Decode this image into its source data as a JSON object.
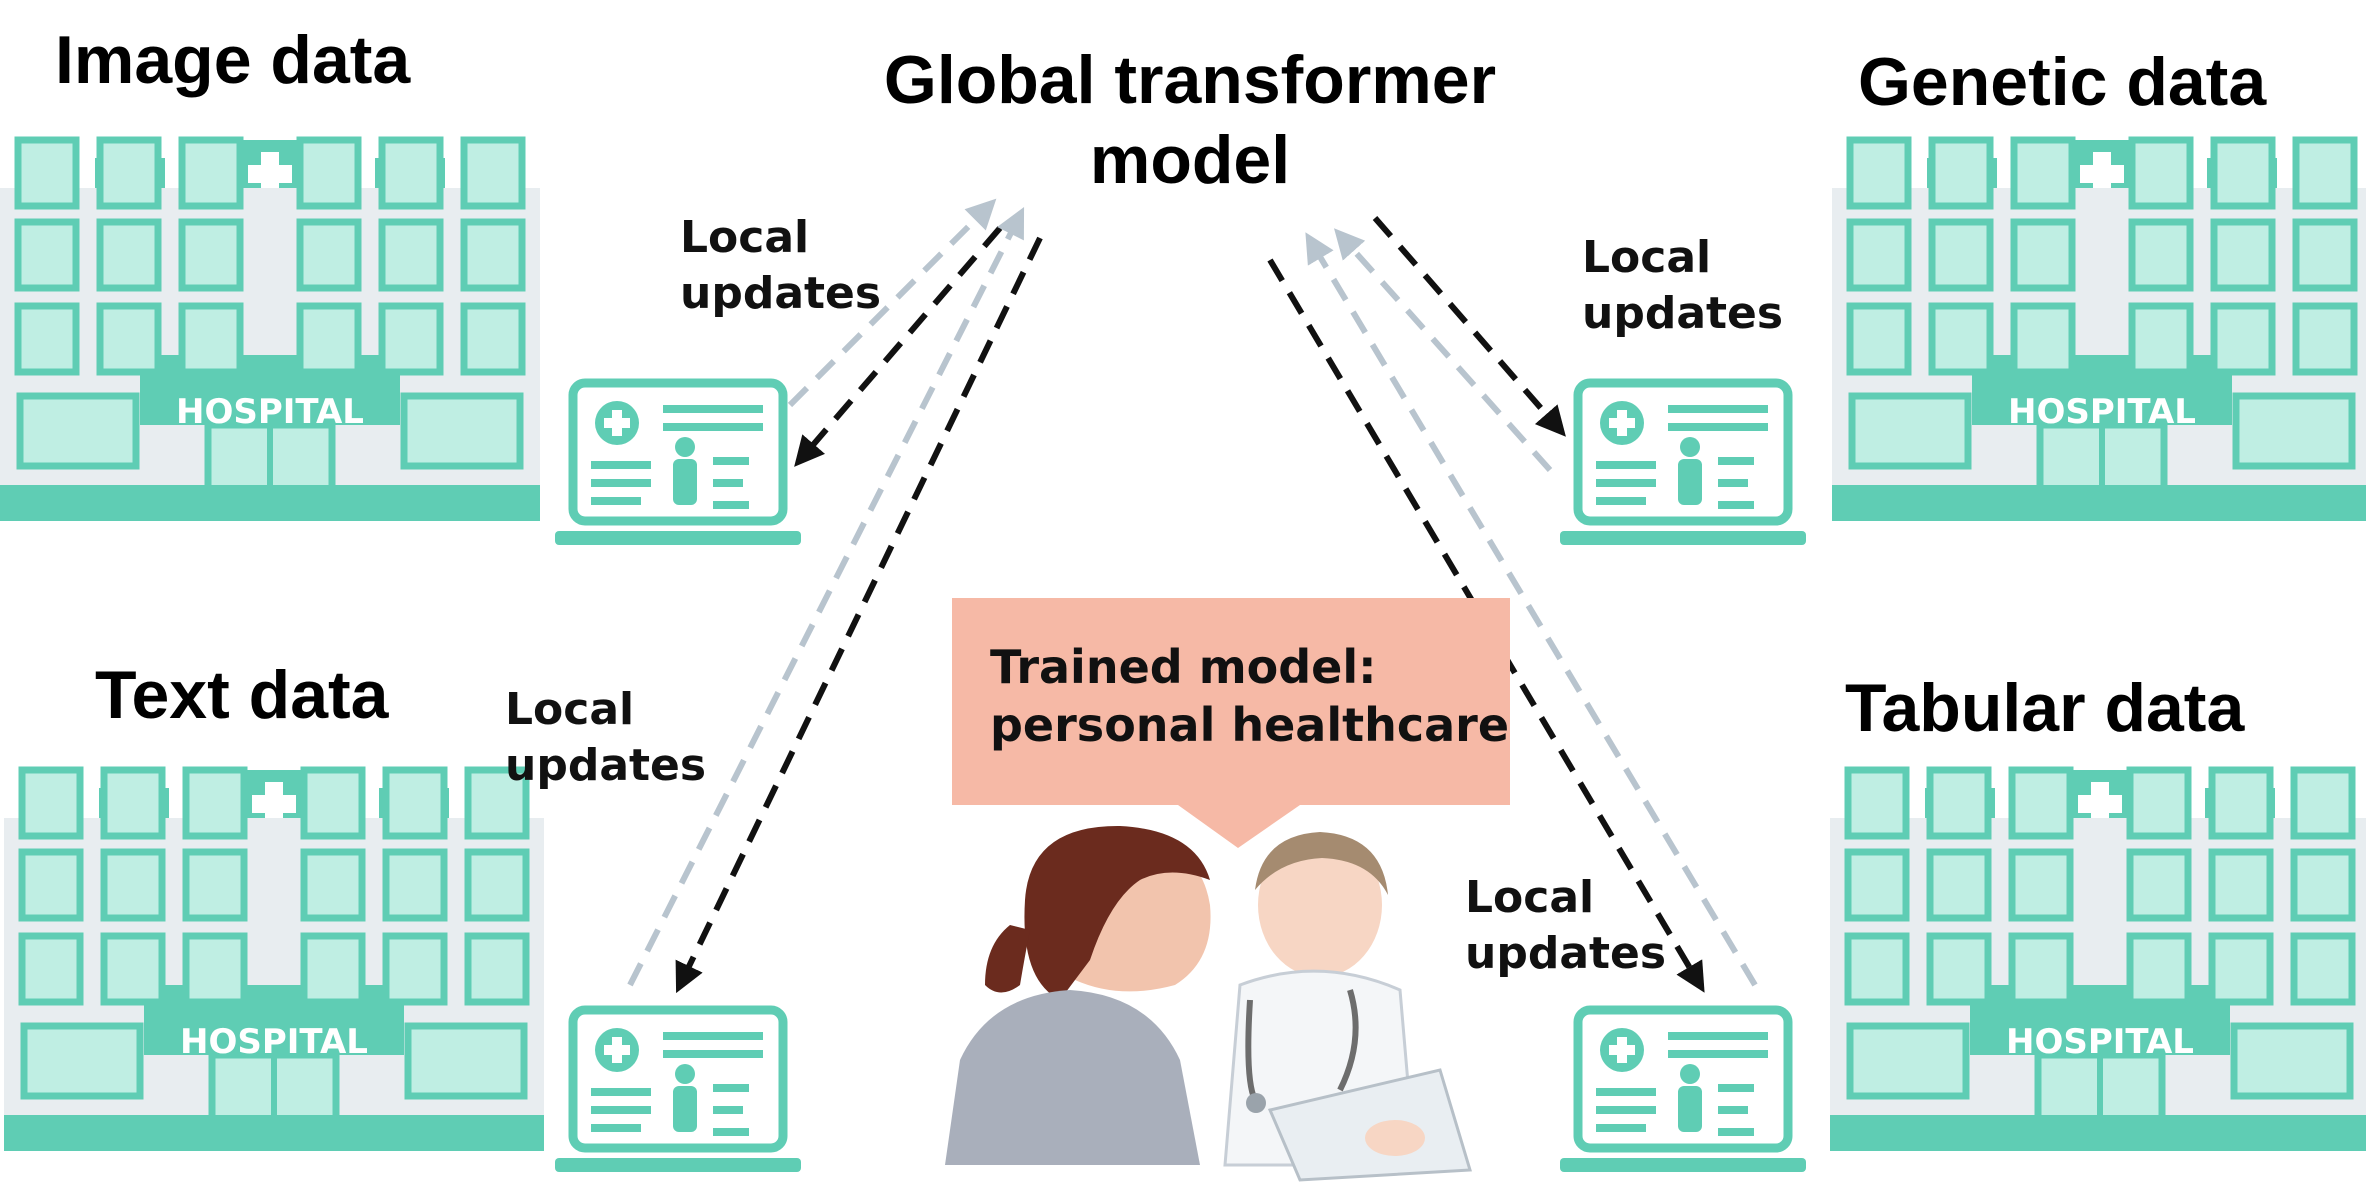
{
  "diagram": {
    "title_line1": "Global transformer",
    "title_line2": "model",
    "hospital_sign": "HOSPITAL",
    "hospitals": [
      {
        "name": "hospital-image",
        "label": "Image data"
      },
      {
        "name": "hospital-genetic",
        "label": "Genetic data"
      },
      {
        "name": "hospital-text",
        "label": "Text data"
      },
      {
        "name": "hospital-tabular",
        "label": "Tabular data"
      }
    ],
    "local_updates": {
      "line1": "Local",
      "line2": "updates"
    },
    "trained_model": {
      "line1": "Trained model:",
      "line2": "personal healthcare"
    },
    "colors": {
      "teal": "#5fcdb4",
      "teal_light": "#bfeee3",
      "building": "#e8edf0",
      "trained_box": "#f6b9a6",
      "arrow_dark": "#111111",
      "arrow_light": "#b8c4ce"
    }
  }
}
